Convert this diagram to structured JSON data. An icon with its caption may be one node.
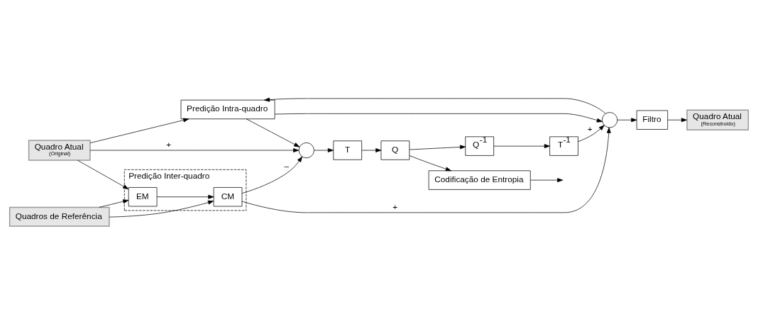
{
  "diagram": {
    "nodes": [
      {
        "text": [
          "Quadro Atual",
          "(Original)"
        ]
      },
      {
        "text": [
          "Quadros de Referência"
        ]
      },
      {
        "text": [
          "Quadro Atual",
          "(Reconstruido)"
        ]
      },
      {
        "text": [
          "Predição Inter-quadro"
        ]
      },
      {
        "text": [
          "EM"
        ],
        "in": 3
      },
      {
        "text": [
          "CM"
        ],
        "in": 3
      },
      {
        "text": [
          "Predição Intra-quadro"
        ]
      },
      {
        "text": [],
        "shape": "circle"
      },
      {
        "text": [
          "T"
        ]
      },
      {
        "text": [
          "Q"
        ]
      },
      {
        "text": [
          "Codificação de Entropia"
        ]
      },
      {
        "text": [
          "T$^{-1}$"
        ]
      },
      {
        "text": [
          "Q$^{-1}$"
        ]
      },
      {
        "text": [],
        "shape": "circle"
      },
      {
        "text": [
          "Filtro"
        ]
      }
    ],
    "edges": [
      {
        "from": 0,
        "to": 7,
        "arrow": "to",
        "label": "+"
      },
      {
        "from": 7,
        "to": 8,
        "arrow": "to"
      },
      {
        "from": 8,
        "to": 9,
        "arrow": "to"
      },
      {
        "from": 9,
        "to": 10,
        "arrow": "to"
      },
      {
        "from": 10,
        "to": null,
        "arrow": "to"
      },
      {
        "from": 0,
        "to": 4,
        "arrow": "to"
      },
      {
        "from": 0,
        "to": 6,
        "arrow": "to"
      },
      {
        "from": 1,
        "to": 4,
        "arrow": "to"
      },
      {
        "from": 1,
        "to": 5,
        "arrow": "to"
      },
      {
        "from": 4,
        "to": 5,
        "arrow": "to"
      },
      {
        "from": 5,
        "to": 7,
        "arrow": "to",
        "label": "–"
      },
      {
        "from": 5,
        "to": 13,
        "arrow": "to",
        "label": "+"
      },
      {
        "from": 6,
        "to": 7,
        "arrow": "to"
      },
      {
        "from": 6,
        "to": 13,
        "arrow": "to"
      },
      {
        "from": 9,
        "to": 12,
        "arrow": "to"
      },
      {
        "from": 12,
        "to": 11,
        "arrow": "to"
      },
      {
        "from": 11,
        "to": 13,
        "arrow": "to",
        "label": "+"
      },
      {
        "from": 13,
        "to": 14,
        "arrow": "to"
      },
      {
        "from": 13,
        "to": 6,
        "arrow": "to"
      },
      {
        "from": 14,
        "to": 2,
        "arrow": "to"
      }
    ]
  }
}
